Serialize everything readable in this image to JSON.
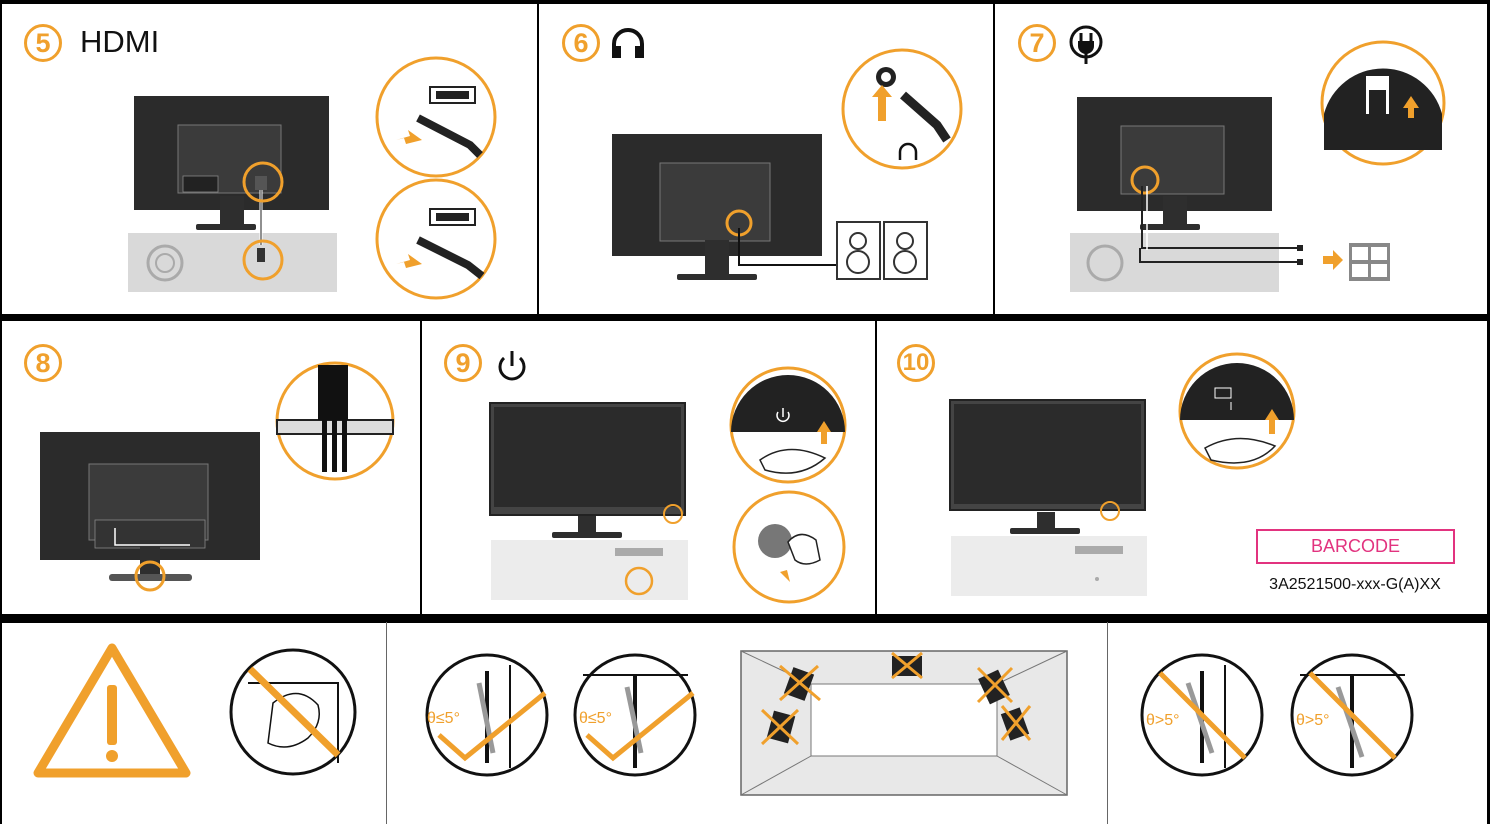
{
  "steps": [
    {
      "number": "5",
      "title": "HDMI"
    },
    {
      "number": "6",
      "title": ""
    },
    {
      "number": "7",
      "title": ""
    },
    {
      "number": "8",
      "title": ""
    },
    {
      "number": "9",
      "title": ""
    },
    {
      "number": "10",
      "title": ""
    }
  ],
  "barcode": {
    "label": "BARCODE",
    "part_number": "3A2521500-xxx-G(A)XX"
  },
  "warnings": {
    "angle_ok": "θ≤5°",
    "angle_bad": "θ>5°",
    "theta": "θ"
  },
  "colors": {
    "accent": "#f0a02c",
    "barcode": "#e2337f",
    "monitor": "#2b2b2b",
    "desk": "#d9d9d9"
  },
  "icons": [
    "headphone-icon",
    "power-plug-icon",
    "power-icon",
    "warning-icon"
  ]
}
